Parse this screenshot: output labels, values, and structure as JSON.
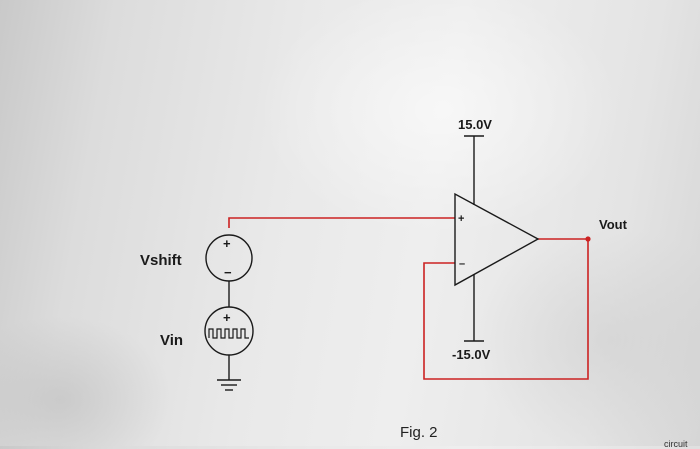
{
  "labels": {
    "v_pos": "15.0V",
    "v_neg": "-15.0V",
    "vout": "Vout",
    "vshift": "Vshift",
    "vin": "Vin",
    "figure": "Fig. 2",
    "corner_fragment": "circuit",
    "plus_sign": "+",
    "minus_sign": "−",
    "opamp_plus": "+",
    "opamp_minus": "–"
  },
  "colors": {
    "wire": "#cc2222",
    "component": "#1a1a1a",
    "node": "#cc2222"
  }
}
